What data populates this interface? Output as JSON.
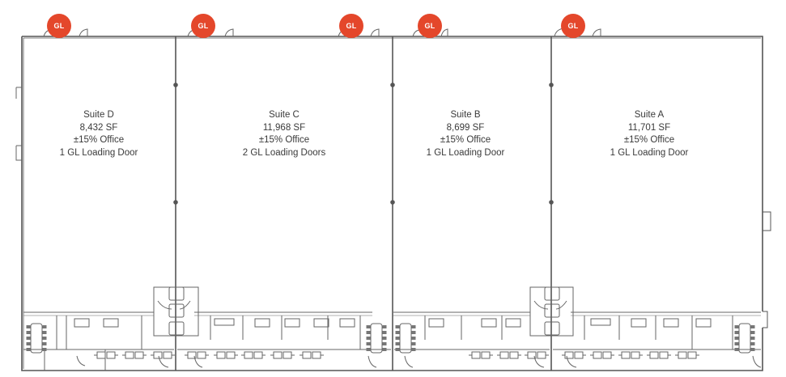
{
  "suites": [
    {
      "name": "Suite D",
      "area": "8,432 SF",
      "office": "±15% Office",
      "doors": "1 GL Loading Door"
    },
    {
      "name": "Suite C",
      "area": "11,968 SF",
      "office": "±15% Office",
      "doors": "2 GL Loading Doors"
    },
    {
      "name": "Suite B",
      "area": "8,699 SF",
      "office": "±15% Office",
      "doors": "1 GL Loading Door"
    },
    {
      "name": "Suite A",
      "area": "11,701 SF",
      "office": "±15% Office",
      "doors": "1 GL Loading Door"
    }
  ],
  "badge": {
    "label": "GL",
    "color": "#e4472b"
  },
  "colors": {
    "wall": "#555555",
    "line": "#777777",
    "badge": "#e4472b",
    "text": "#3a3a3a"
  }
}
